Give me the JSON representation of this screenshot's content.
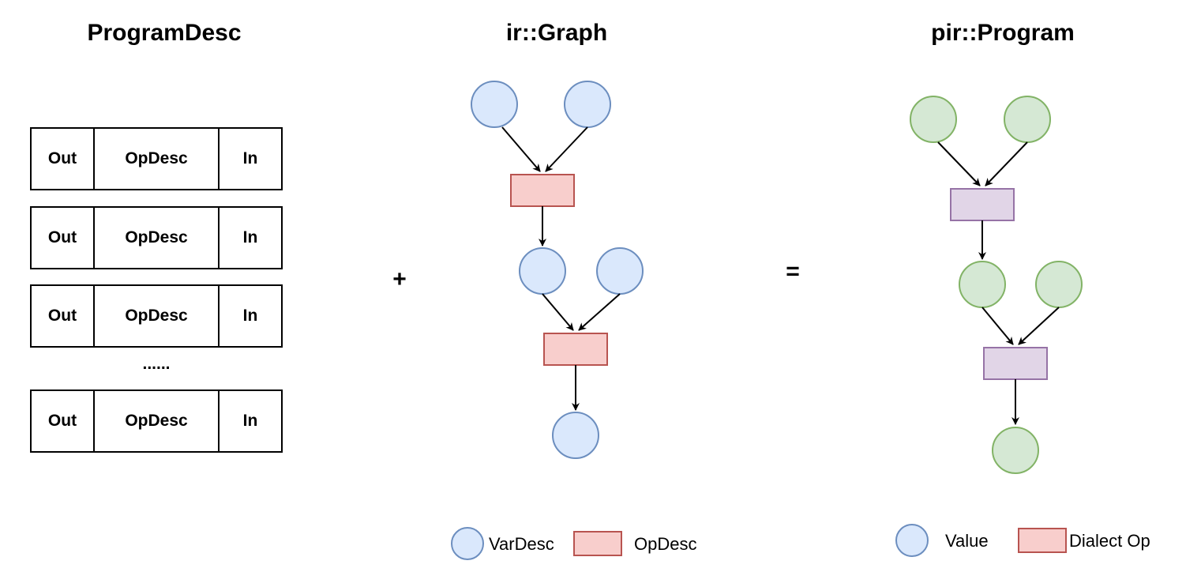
{
  "program_desc": {
    "title": "ProgramDesc",
    "rows": [
      {
        "out": "Out",
        "op": "OpDesc",
        "in": "In"
      },
      {
        "out": "Out",
        "op": "OpDesc",
        "in": "In"
      },
      {
        "out": "Out",
        "op": "OpDesc",
        "in": "In"
      },
      {
        "out": "Out",
        "op": "OpDesc",
        "in": "In"
      }
    ],
    "ellipsis": "......"
  },
  "plus_sign": "+",
  "equals_sign": "=",
  "ir_graph": {
    "title": "ir::Graph",
    "legend": {
      "var_label": "VarDesc",
      "op_label": "OpDesc"
    }
  },
  "pir_program": {
    "title": "pir::Program",
    "legend": {
      "value_label": "Value",
      "op_label": "Dialect Op"
    }
  },
  "colors": {
    "var_fill": "#dae8fc",
    "var_stroke": "#6c8ebf",
    "op_fill": "#f8cecc",
    "op_stroke": "#b85450",
    "value_fill": "#d5e8d4",
    "value_stroke": "#82b366",
    "dialect_op_fill": "#e1d5e7",
    "dialect_op_stroke": "#9673a6"
  }
}
